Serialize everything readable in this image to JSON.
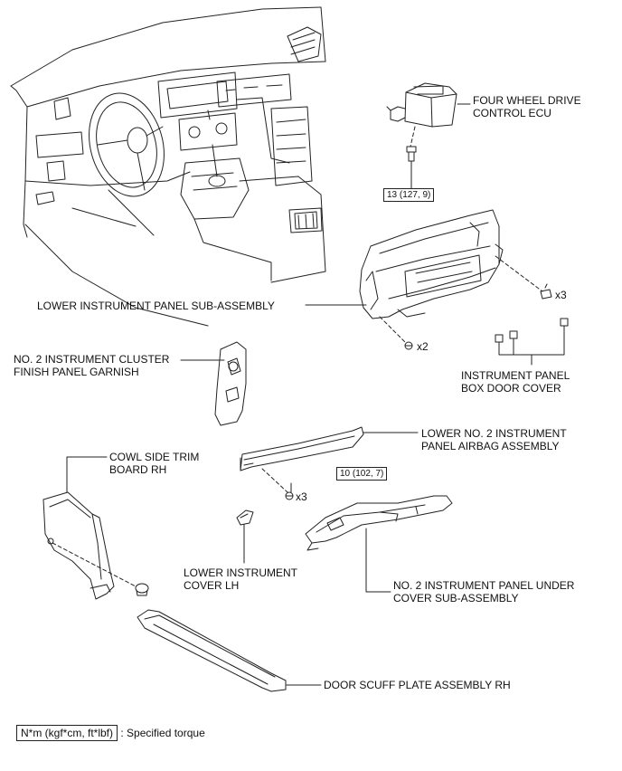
{
  "labels": {
    "four_wd_ecu": [
      "FOUR WHEEL DRIVE",
      "CONTROL ECU"
    ],
    "lower_panel": [
      "LOWER INSTRUMENT PANEL SUB-ASSEMBLY"
    ],
    "cluster_garnish": [
      "NO. 2 INSTRUMENT CLUSTER",
      "FINISH PANEL GARNISH"
    ],
    "box_door_cover": [
      "INSTRUMENT PANEL",
      "BOX DOOR COVER"
    ],
    "airbag": [
      "LOWER NO. 2 INSTRUMENT",
      "PANEL AIRBAG ASSEMBLY"
    ],
    "cowl_side": [
      "COWL SIDE TRIM",
      "BOARD RH"
    ],
    "lower_cover_lh": [
      "LOWER INSTRUMENT",
      "COVER LH"
    ],
    "under_cover": [
      "NO. 2 INSTRUMENT PANEL UNDER",
      "COVER SUB-ASSEMBLY"
    ],
    "scuff_plate": [
      "DOOR SCUFF PLATE ASSEMBLY RH"
    ]
  },
  "quantities": {
    "panel_right_clips": "x3",
    "panel_bottom_bolt": "x2",
    "airbag_bolts": "x3"
  },
  "torques": {
    "ecu_bolt": "13 (127, 9)",
    "airbag_bolt": "10 (102, 7)"
  },
  "legend": {
    "unit": "N*m (kgf*cm, ft*lbf)",
    "text": ": Specified torque"
  }
}
